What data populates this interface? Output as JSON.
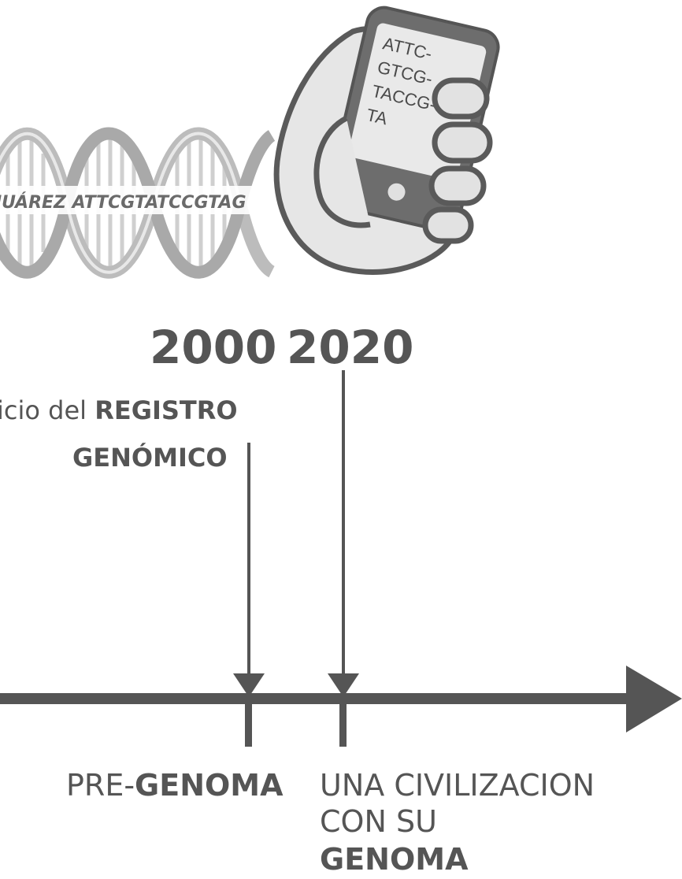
{
  "dna": {
    "label": "JUÁREZ ATTCGTATCCGTAG"
  },
  "phone": {
    "lines": [
      "ATTC-",
      "GTCG-",
      "TACCG-",
      "TA"
    ]
  },
  "timeline": {
    "years": [
      "2000",
      "2020"
    ],
    "annotation_2000": {
      "line1_prefix": "icio del ",
      "line1_bold": "REGISTRO",
      "line2": "GENÓMICO"
    },
    "labels": {
      "pre_prefix": "PRE-",
      "pre_bold": "GENOMA",
      "civ_line1": "UNA CIVILIZACION",
      "civ_line2": "CON SU",
      "civ_bold": "GENOMA"
    }
  },
  "colors": {
    "stroke": "#555555",
    "helix": "#bdbdbd",
    "hand": "#e6e6e6"
  }
}
